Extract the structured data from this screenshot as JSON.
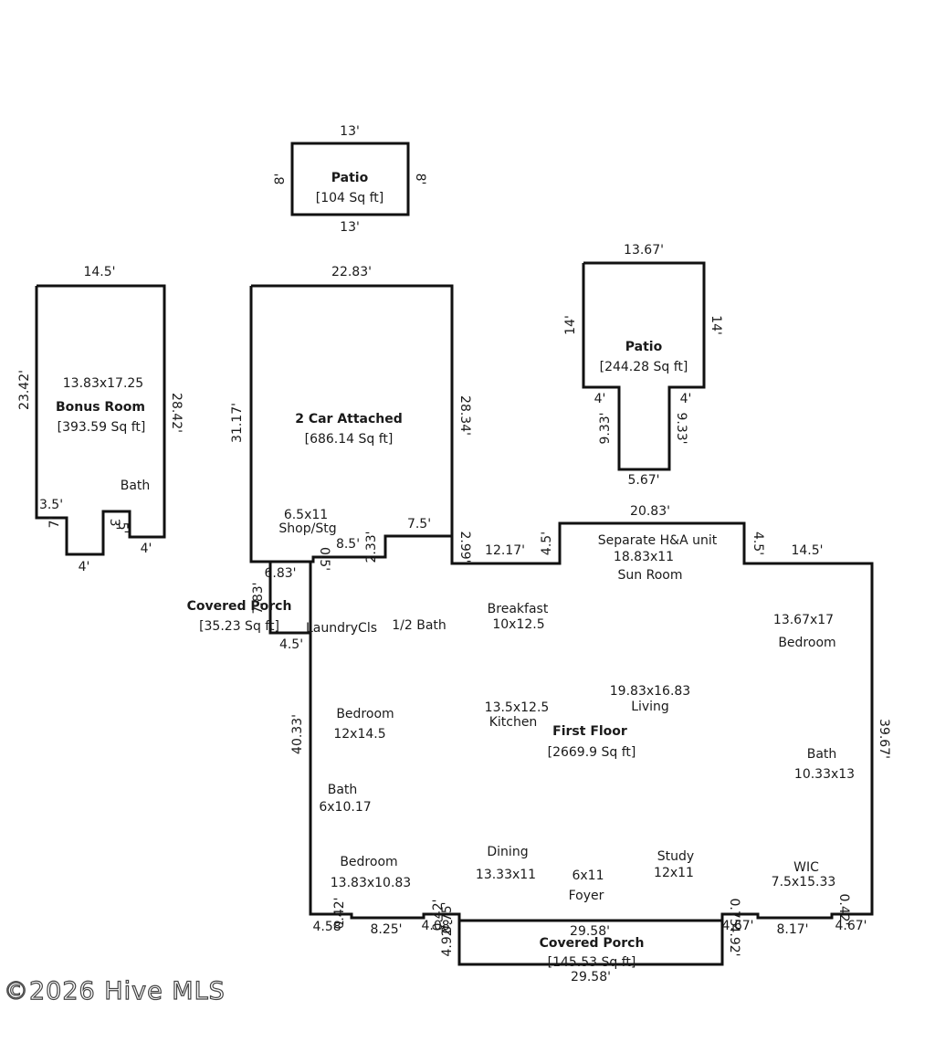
{
  "watermark": "©2026 Hive MLS",
  "patio_top": {
    "name": "Patio",
    "area": "[104 Sq ft]",
    "dims": {
      "top": "13'",
      "bottom": "13'",
      "left": "8'",
      "right": "8'"
    }
  },
  "patio_right": {
    "name": "Patio",
    "area": "[244.28 Sq ft]",
    "dims": {
      "top": "13.67'",
      "left": "14'",
      "right": "14'",
      "notch_left": "4'",
      "notch_right": "4'",
      "stem_left": "9.33'",
      "stem_right": "9.33'",
      "stem_bottom": "5.67'"
    }
  },
  "bonus": {
    "name": "Bonus Room",
    "area": "[393.59 Sq ft]",
    "size": "13.83x17.25",
    "bath": "Bath",
    "dims": {
      "top": "14.5'",
      "left": "23.42'",
      "right": "28.42'",
      "step_a": "3.5'",
      "step_b": "7'",
      "bottom": "4'",
      "bottom_right": "4'",
      "notch_a": "3'",
      "notch_b": "5'"
    }
  },
  "garage": {
    "name": "2 Car Attached",
    "area": "[686.14 Sq ft]",
    "shop_size": "6.5x11",
    "shop_label": "Shop/Stg",
    "dims": {
      "top": "22.83'",
      "left": "31.17'",
      "right": "28.34'",
      "step_a": "7.5'",
      "step_b": "8.5'",
      "step_c": "2.33'",
      "step_d": "0.5'",
      "bottom": "6.83'",
      "right_drop": "2.99'"
    }
  },
  "porch_side": {
    "name": "Covered Porch",
    "area": "[35.23 Sq ft]",
    "dims": {
      "left": "7.83'",
      "bottom": "4.5'"
    }
  },
  "first_floor": {
    "name": "First Floor",
    "area": "[2669.9 Sq ft]",
    "rooms": {
      "separate": "Separate H&A unit",
      "sun_size": "18.83x11",
      "sun": "Sun Room",
      "breakfast": "Breakfast",
      "breakfast_size": "10x12.5",
      "laundry": "LaundryCls",
      "half_bath": "1/2 Bath",
      "bed_ne_size": "13.67x17",
      "bed_ne": "Bedroom",
      "bed_w": "Bedroom",
      "bed_w_size": "12x14.5",
      "kitchen_size": "13.5x12.5",
      "kitchen": "Kitchen",
      "living_size": "19.83x16.83",
      "living": "Living",
      "bath_e": "Bath",
      "bath_e_size": "10.33x13",
      "bath_w": "Bath",
      "bath_w_size": "6x10.17",
      "dining": "Dining",
      "dining_size": "13.33x11",
      "foyer_size": "6x11",
      "foyer": "Foyer",
      "study": "Study",
      "study_size": "12x11",
      "bed_sw": "Bedroom",
      "bed_sw_size": "13.83x10.83",
      "wic": "WIC",
      "wic_size": "7.5x15.33"
    },
    "dims": {
      "left": "40.33'",
      "right": "39.67'",
      "top_sep": "20.83'",
      "step_l": "4.5'",
      "step_r": "4.5'",
      "top_left": "12.17'",
      "top_right": "14.5'",
      "west_notch": "4.5'",
      "b1": "4.58'",
      "b1v": "0.42'",
      "b2": "8.25'",
      "b3": "4.08'",
      "b3v": "0.42'",
      "b4v": "4.92'",
      "b4v2": "0.75'",
      "b5": "4.67'",
      "b5v": "0.75'",
      "b5v2": "4.92'",
      "b6": "8.17'",
      "b7": "4.67'",
      "b7v": "0.42'"
    }
  },
  "porch_front": {
    "name": "Covered Porch",
    "area": "[145.53 Sq ft]",
    "dims": {
      "top": "29.58'",
      "bottom": "29.58'"
    }
  }
}
